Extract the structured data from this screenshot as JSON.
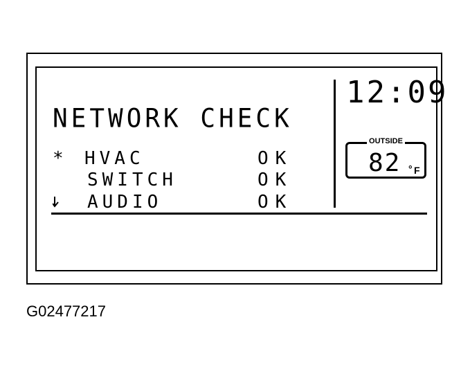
{
  "display": {
    "title": "NETWORK CHECK",
    "rows": [
      {
        "marker": "*",
        "label": "HVAC",
        "status": "OK"
      },
      {
        "marker": "",
        "label": "SWITCH",
        "status": "OK"
      },
      {
        "marker": "",
        "label": "AUDIO",
        "status": "OK"
      }
    ],
    "clock": "12:09",
    "outside": {
      "caption": "OUTSIDE",
      "value": "82",
      "degree": "°",
      "unit": "F"
    }
  },
  "figure_id": "G02477217"
}
